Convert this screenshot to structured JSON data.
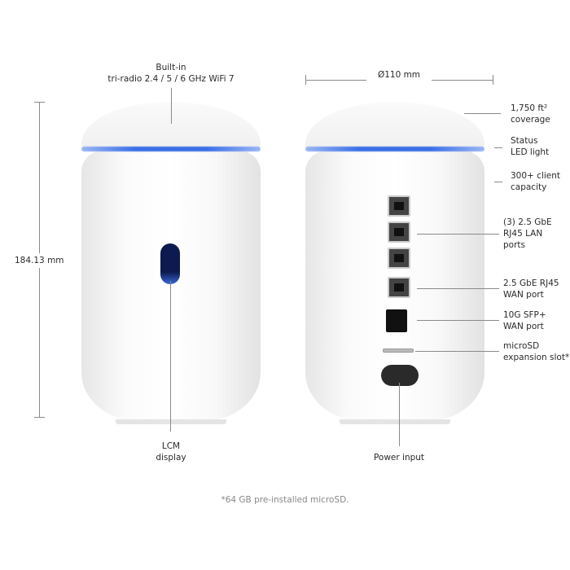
{
  "dimensions": {
    "height": "184.13 mm",
    "diameter": "Ø110 mm"
  },
  "callouts": {
    "radio": [
      "Built-in",
      "tri-radio 2.4 / 5 / 6 GHz WiFi 7"
    ],
    "lcm": [
      "LCM",
      "display"
    ],
    "power": "Power input",
    "coverage": [
      "1,750 ft²",
      "coverage"
    ],
    "status": [
      "Status",
      "LED light"
    ],
    "clients": [
      "300+ client",
      "capacity"
    ],
    "lan": [
      "(3) 2.5 GbE",
      "RJ45 LAN",
      "ports"
    ],
    "wan": [
      "2.5 GbE RJ45",
      "WAN port"
    ],
    "sfp": [
      "10G SFP+",
      "WAN port"
    ],
    "microsd": [
      "microSD",
      "expansion slot*"
    ]
  },
  "footnote": "*64 GB pre-installed microSD.",
  "colors": {
    "led": "#3b6fe6",
    "screen": "#1a2a6e"
  }
}
